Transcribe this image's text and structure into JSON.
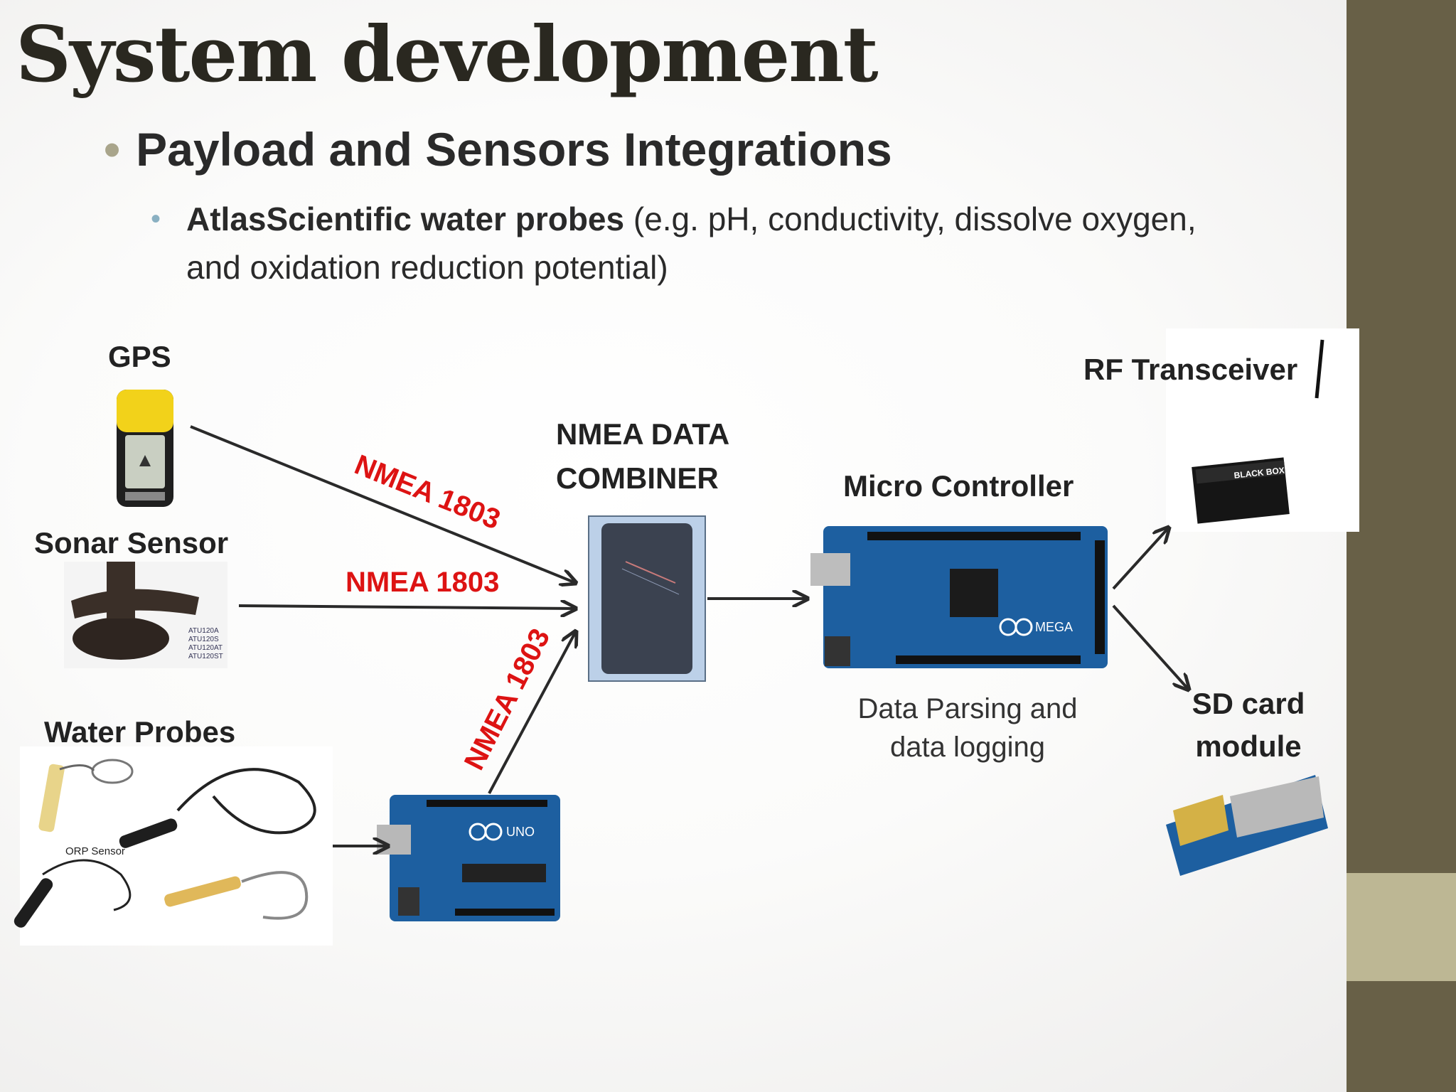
{
  "slide": {
    "title": "System development",
    "bullet1": "Payload and Sensors Integrations",
    "bullet2_bold": "AtlasScientific water probes",
    "bullet2_rest": " (e.g. pH, conductivity, dissolve oxygen, and oxidation reduction potential)"
  },
  "diagram": {
    "labels": {
      "gps": "GPS",
      "sonar": "Sonar Sensor",
      "water_probes": "Water Probes",
      "combiner_line1": "NMEA DATA",
      "combiner_line2": "COMBINER",
      "micro_controller": "Micro Controller",
      "rf_transceiver": "RF Transceiver",
      "sd_card_line1": "SD card",
      "sd_card_line2": "module",
      "caption_line1": "Data Parsing and",
      "caption_line2": "data logging"
    },
    "edge_labels": {
      "gps_to_combiner": "NMEA 1803",
      "sonar_to_combiner": "NMEA 1803",
      "uno_to_combiner": "NMEA 1803"
    },
    "image_text": {
      "sonar_models": [
        "ATU120A",
        "ATU120S",
        "ATU120AT",
        "ATU120ST"
      ],
      "orp_sensor": "ORP Sensor",
      "mega_logo": "MEGA",
      "uno_logo": "UNO",
      "rf_brand": "BLACK BOX"
    },
    "colors": {
      "edge_label": "#dd1313",
      "arrow": "#2a2a2a",
      "board": "#1d5fa0"
    }
  }
}
